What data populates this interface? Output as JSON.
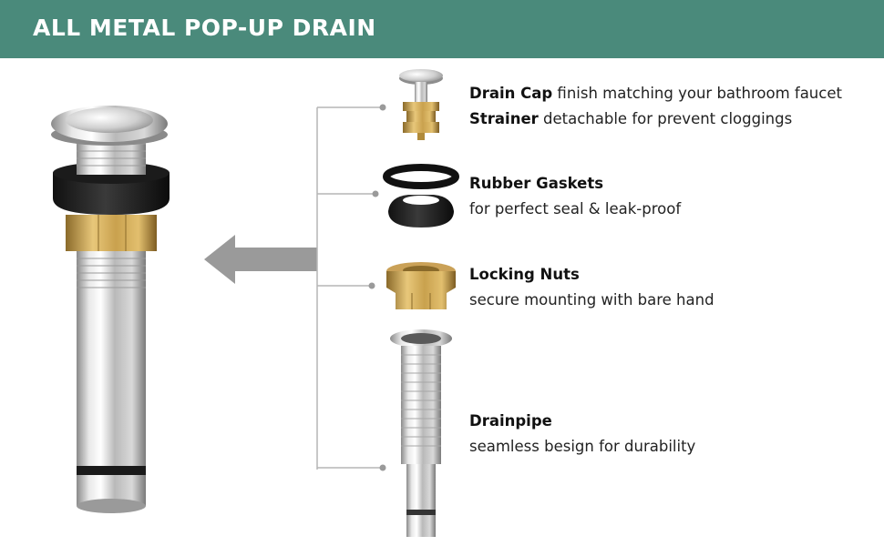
{
  "header": {
    "title": "ALL METAL POP-UP DRAIN",
    "background_color": "#4a8a7b",
    "text_color": "#ffffff"
  },
  "parts": [
    {
      "icon": "drain-cap-strainer-icon",
      "lines": [
        {
          "title": "Drain Cap",
          "text": "finish matching your bathroom faucet"
        },
        {
          "title": "Strainer",
          "text": "detachable for prevent cloggings"
        }
      ]
    },
    {
      "icon": "rubber-gaskets-icon",
      "title": "Rubber Gaskets",
      "text": "for perfect seal & leak-proof"
    },
    {
      "icon": "locking-nut-icon",
      "title": "Locking Nuts",
      "text": "secure mounting with bare hand"
    },
    {
      "icon": "drainpipe-icon",
      "title": "Drainpipe",
      "text": "seamless besign for durability"
    }
  ],
  "assembled_product": {
    "icon": "assembled-pop-up-drain-icon"
  },
  "arrow": {
    "icon": "left-arrow-icon",
    "color": "#999999"
  }
}
